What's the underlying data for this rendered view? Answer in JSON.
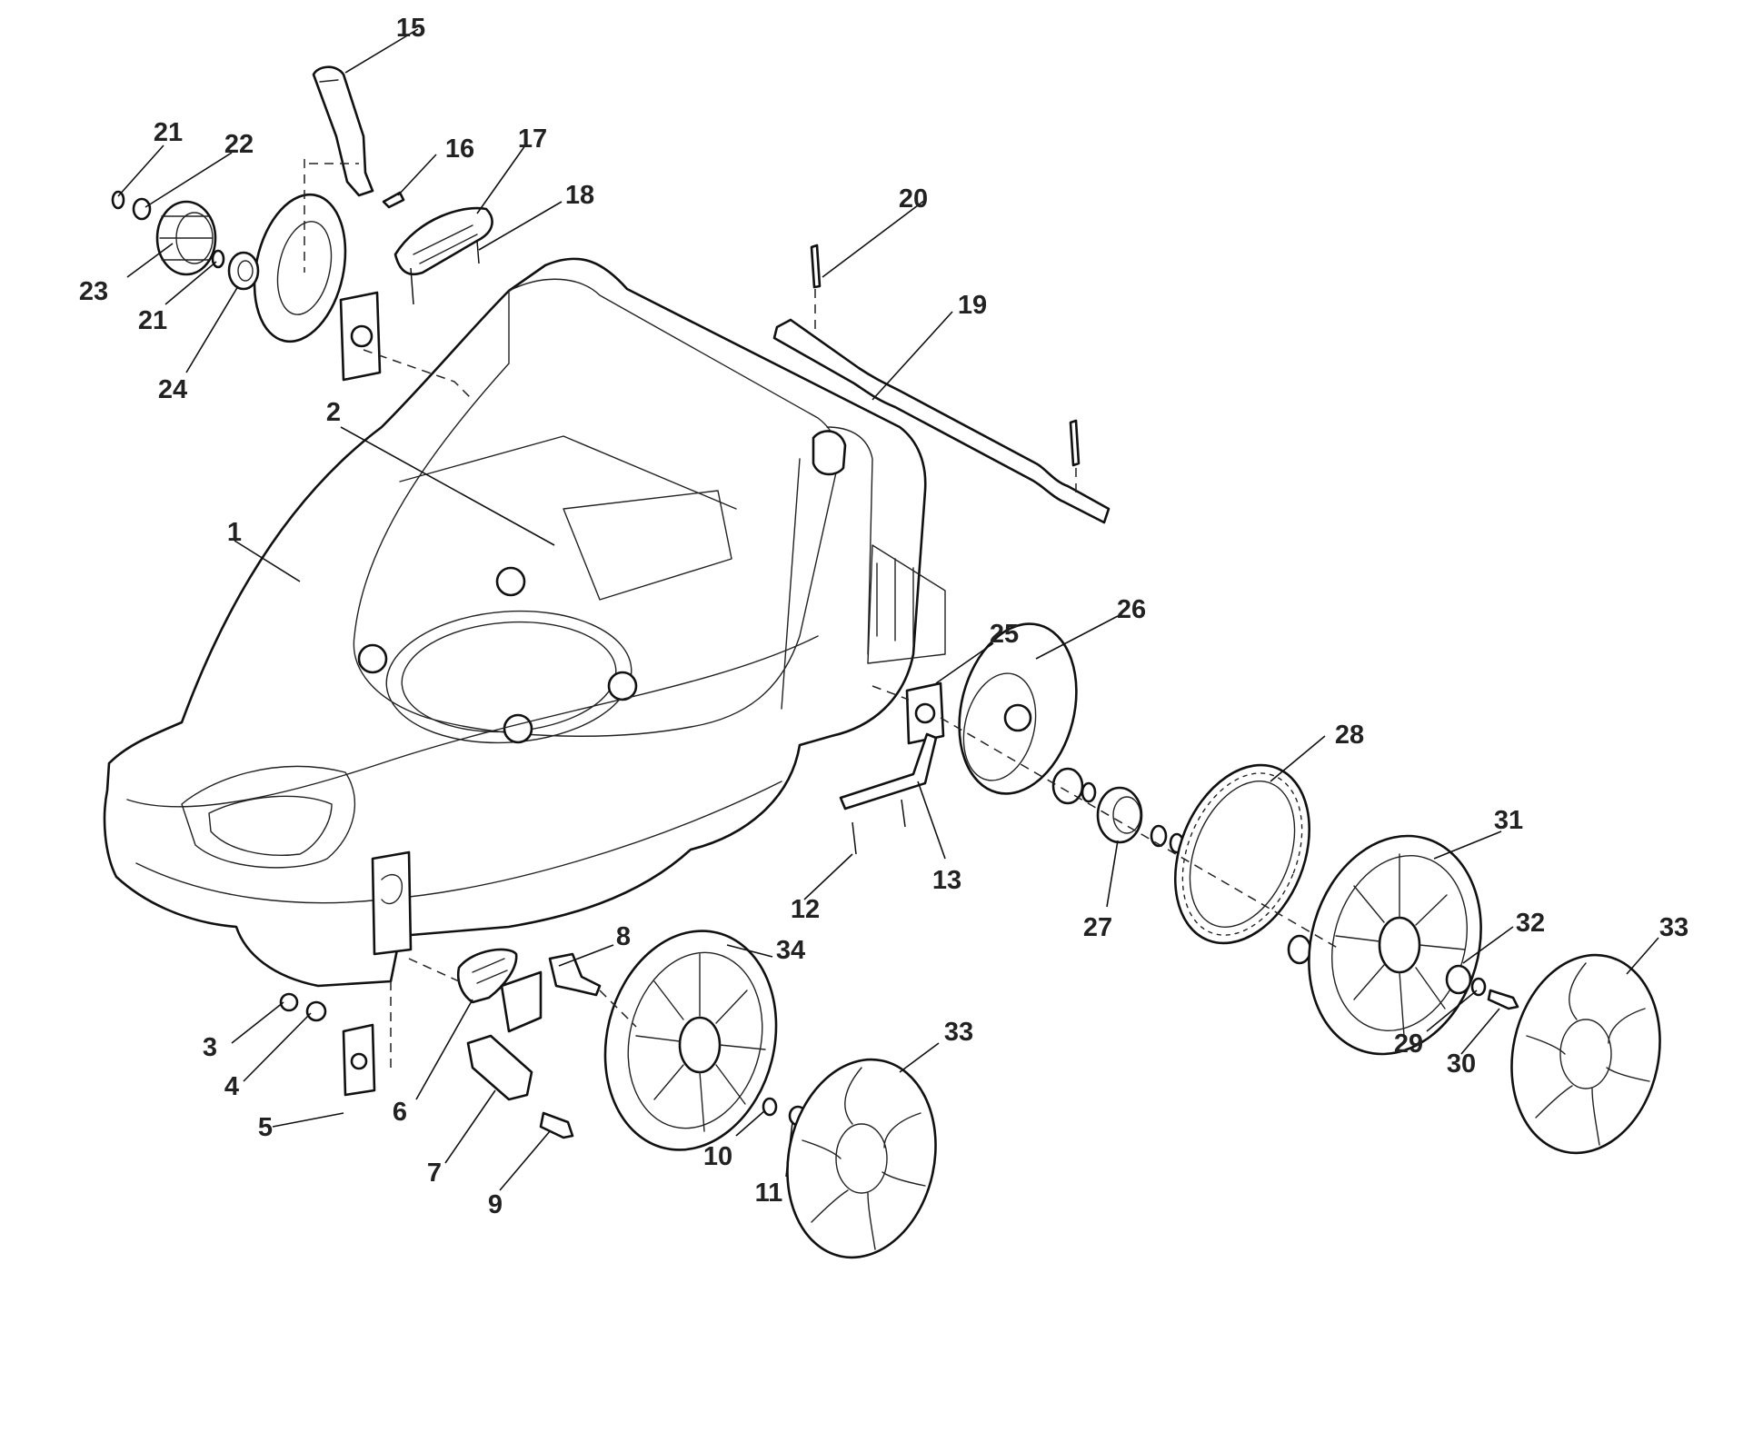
{
  "diagram": {
    "callouts": [
      {
        "id": "c1",
        "text": "1"
      },
      {
        "id": "c2",
        "text": "2"
      },
      {
        "id": "c3",
        "text": "3"
      },
      {
        "id": "c4",
        "text": "4"
      },
      {
        "id": "c5",
        "text": "5"
      },
      {
        "id": "c6",
        "text": "6"
      },
      {
        "id": "c7",
        "text": "7"
      },
      {
        "id": "c8",
        "text": "8"
      },
      {
        "id": "c9",
        "text": "9"
      },
      {
        "id": "c10",
        "text": "10"
      },
      {
        "id": "c11",
        "text": "11"
      },
      {
        "id": "c12",
        "text": "12"
      },
      {
        "id": "c13",
        "text": "13"
      },
      {
        "id": "c15",
        "text": "15"
      },
      {
        "id": "c16",
        "text": "16"
      },
      {
        "id": "c17",
        "text": "17"
      },
      {
        "id": "c18",
        "text": "18"
      },
      {
        "id": "c19",
        "text": "19"
      },
      {
        "id": "c20",
        "text": "20"
      },
      {
        "id": "c21a",
        "text": "21"
      },
      {
        "id": "c21b",
        "text": "21"
      },
      {
        "id": "c22",
        "text": "22"
      },
      {
        "id": "c23",
        "text": "23"
      },
      {
        "id": "c24",
        "text": "24"
      },
      {
        "id": "c25",
        "text": "25"
      },
      {
        "id": "c26",
        "text": "26"
      },
      {
        "id": "c27",
        "text": "27"
      },
      {
        "id": "c28",
        "text": "28"
      },
      {
        "id": "c29",
        "text": "29"
      },
      {
        "id": "c30",
        "text": "30"
      },
      {
        "id": "c31",
        "text": "31"
      },
      {
        "id": "c32",
        "text": "32"
      },
      {
        "id": "c33a",
        "text": "33"
      },
      {
        "id": "c33b",
        "text": "33"
      },
      {
        "id": "c34",
        "text": "34"
      }
    ]
  }
}
